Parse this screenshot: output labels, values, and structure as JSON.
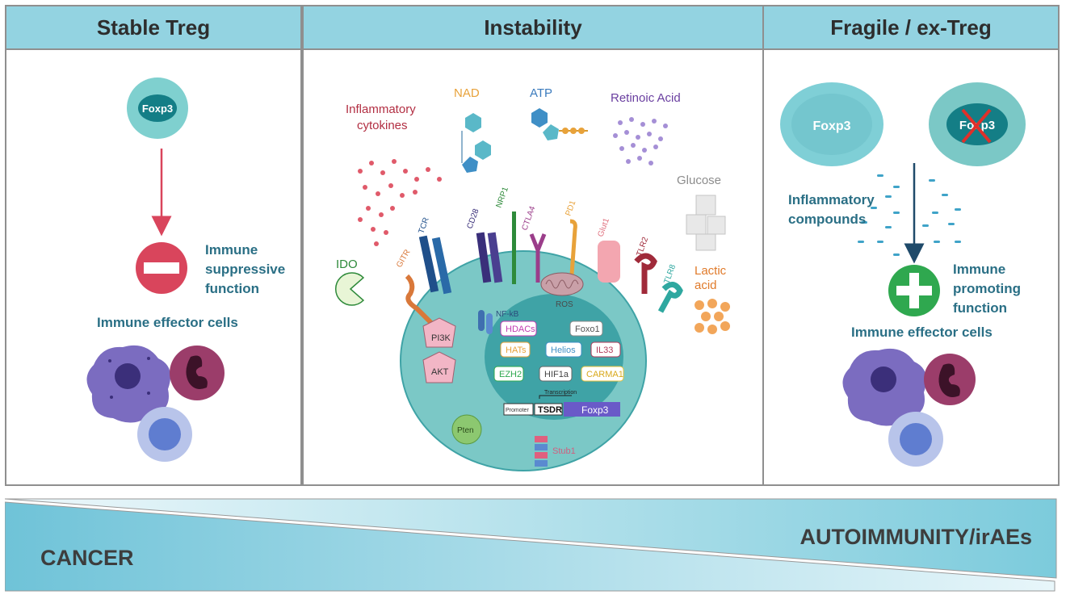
{
  "panels": {
    "stable": {
      "title": "Stable Treg",
      "foxp3": "Foxp3",
      "suppressive": [
        "Immune",
        "suppressive",
        "function"
      ],
      "effector": "Immune effector cells"
    },
    "instability": {
      "title": "Instability",
      "inflammatory": [
        "Inflammatory",
        "cytokines"
      ],
      "nad": "NAD",
      "atp": "ATP",
      "retinoic": "Retinoic Acid",
      "glucose": "Glucose",
      "ido": "IDO",
      "lactic": [
        "Lactic",
        "acid"
      ],
      "receptors": [
        "GITR",
        "TCR",
        "CD28",
        "NRP1",
        "CTLA4",
        "PD1",
        "Glut1",
        "TLR2",
        "TLR8"
      ],
      "nfkb": "NF-kB",
      "ros": "ROS",
      "pi3k": "PI3K",
      "akt": "AKT",
      "pten": "Pten",
      "stub1": "Stub1",
      "nuclear": [
        "HDACs",
        "Foxo1",
        "HATs",
        "Helios",
        "IL33",
        "EZH2",
        "HIF1a",
        "CARMA1"
      ],
      "promoter": "Promoter",
      "tsdr": "TSDR",
      "transcription": "Transcription",
      "gene": "Foxp3"
    },
    "fragile": {
      "title": "Fragile / ex-Treg",
      "foxp3": "Foxp3",
      "foxp3_crossed": "Foxp3",
      "compounds": [
        "Inflammatory",
        "compounds"
      ],
      "promoting": [
        "Immune",
        "promoting",
        "function"
      ],
      "effector": "Immune effector cells"
    }
  },
  "gradient": {
    "left": "CANCER",
    "right": "AUTOIMMUNITY/irAEs"
  },
  "colors": {
    "header": "#93d3e1",
    "teal": "#5fbfc0",
    "red": "#d9455c",
    "green": "#2fa84f",
    "label": "#2a6f85"
  }
}
